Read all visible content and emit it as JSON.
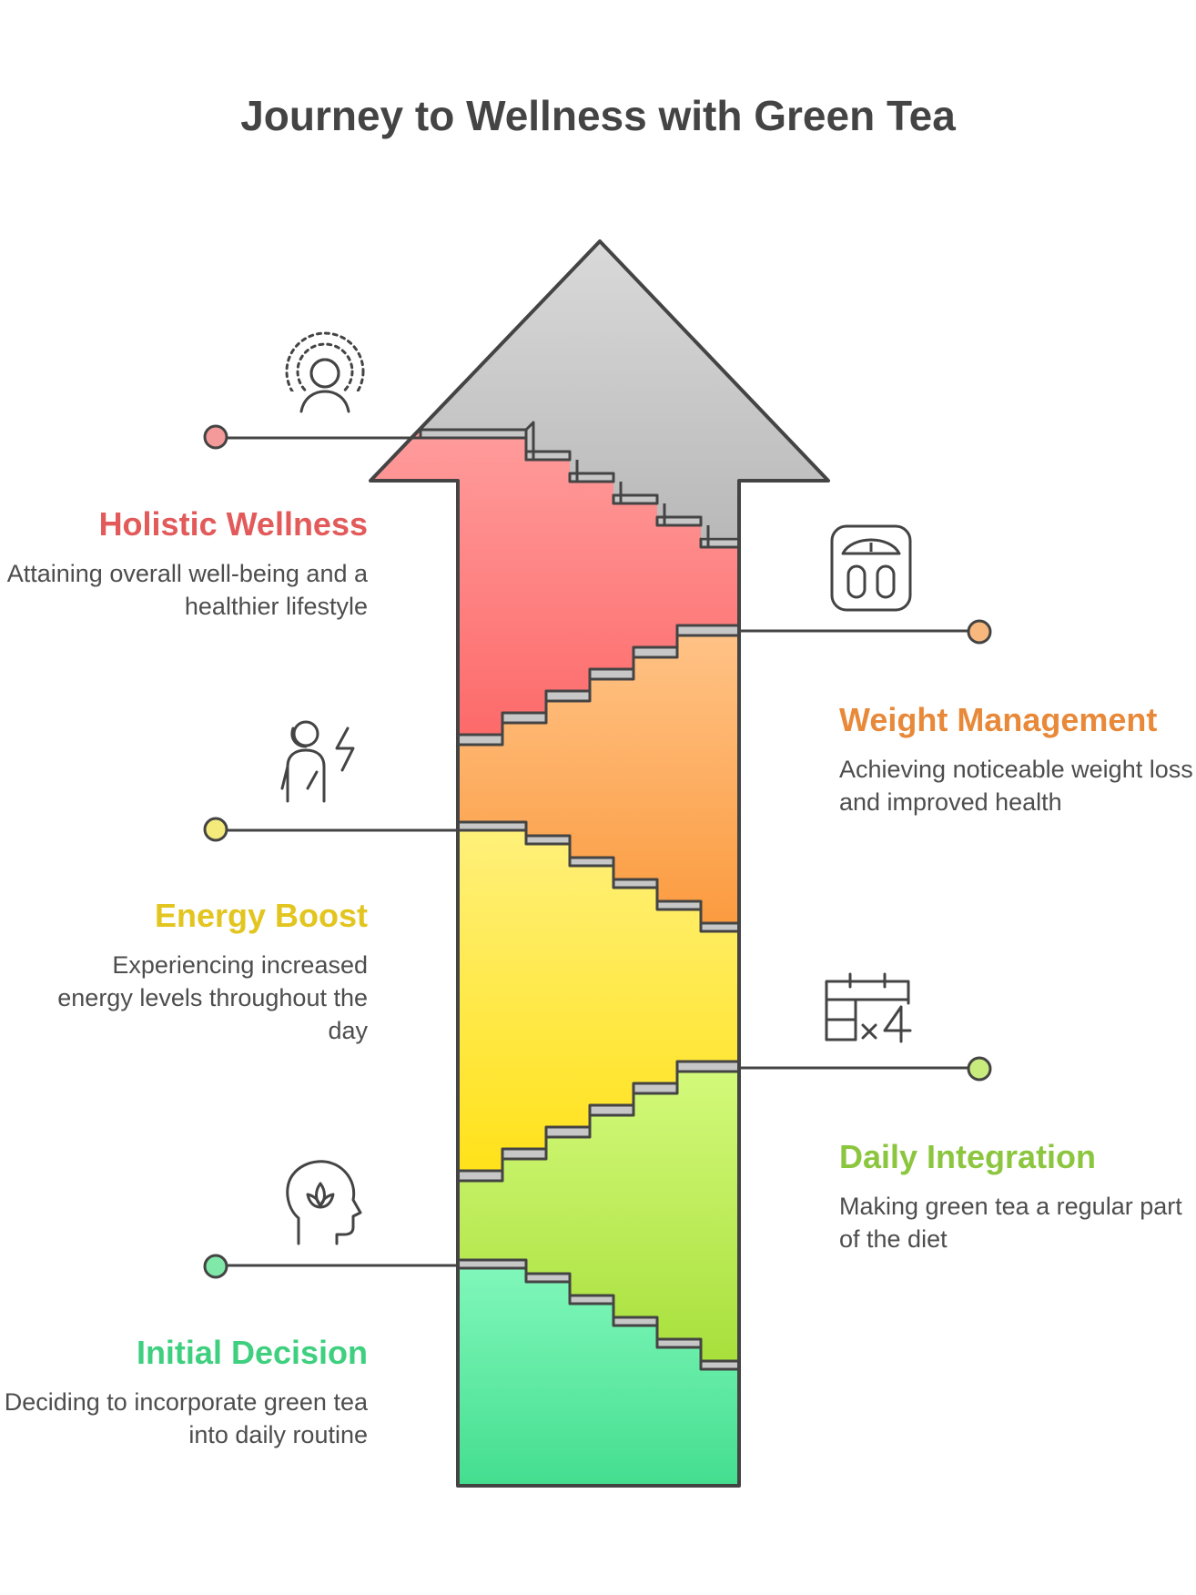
{
  "title": "Journey to Wellness with Green Tea",
  "steps": [
    {
      "id": "initial-decision",
      "title": "Initial Decision",
      "description": "Deciding to incorporate green tea into daily routine",
      "color": "#3ecf7f",
      "icon": "mind-lotus-icon",
      "side": "left"
    },
    {
      "id": "daily-integration",
      "title": "Daily Integration",
      "description": "Making green tea a regular part of the diet",
      "color": "#8cc63f",
      "icon": "calendar-times-four-icon",
      "side": "right"
    },
    {
      "id": "energy-boost",
      "title": "Energy Boost",
      "description": "Experiencing increased energy levels throughout the day",
      "color": "#e2c51f",
      "icon": "person-lightning-icon",
      "side": "left"
    },
    {
      "id": "weight-management",
      "title": "Weight Management",
      "description": "Achieving noticeable weight loss and improved health",
      "color": "#e8893a",
      "icon": "bathroom-scale-icon",
      "side": "right"
    },
    {
      "id": "holistic-wellness",
      "title": "Holistic Wellness",
      "description": "Attaining overall well-being and a healthier lifestyle",
      "color": "#e35a5a",
      "icon": "radiant-person-icon",
      "side": "left"
    }
  ]
}
